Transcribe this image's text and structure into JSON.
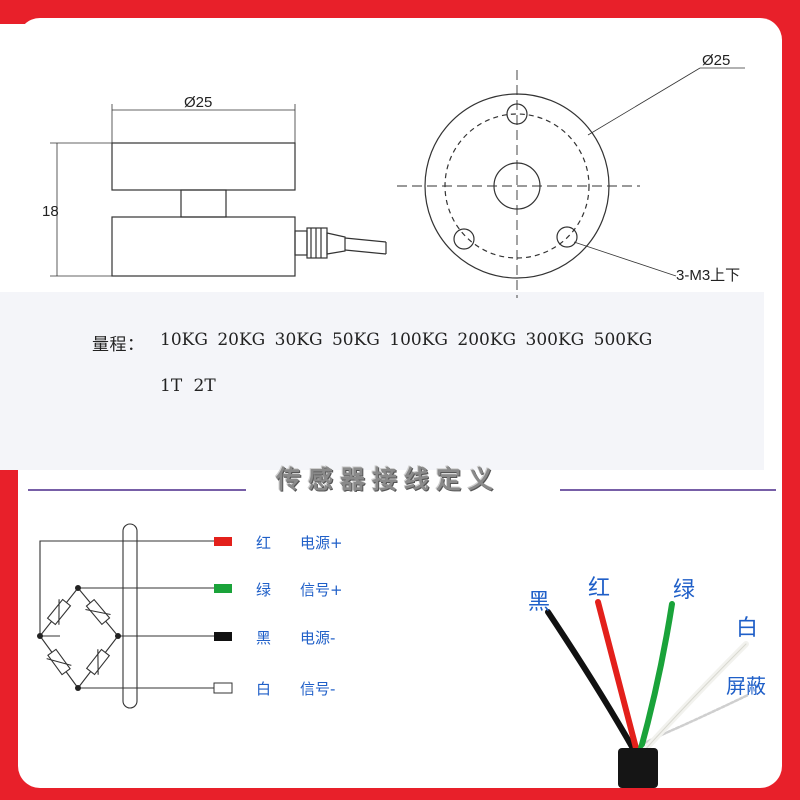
{
  "dimensions": {
    "side_diameter": "Ø25",
    "height": "18",
    "top_diameter": "Ø25",
    "holes": "3-M3上下"
  },
  "range": {
    "label": "量程：",
    "line1": "10KG 20KG 30KG 50KG 100KG 200KG 300KG 500KG",
    "line2": "1T 2T"
  },
  "wiring": {
    "title": "传感器接线定义",
    "wires": [
      {
        "color_name": "红",
        "function": "电源+",
        "color": "#e3201b"
      },
      {
        "color_name": "绿",
        "function": "信号+",
        "color": "#1aa33a"
      },
      {
        "color_name": "黑",
        "function": "电源-",
        "color": "#111111"
      },
      {
        "color_name": "白",
        "function": "信号-",
        "color": "#ffffff"
      }
    ]
  },
  "cable": {
    "black": "黑",
    "red": "红",
    "green": "绿",
    "white": "白",
    "shield": "屏蔽"
  },
  "colors": {
    "frame": "#e8202a",
    "label_blue": "#1f5fc8",
    "divider_purple": "#4a2a8a"
  }
}
